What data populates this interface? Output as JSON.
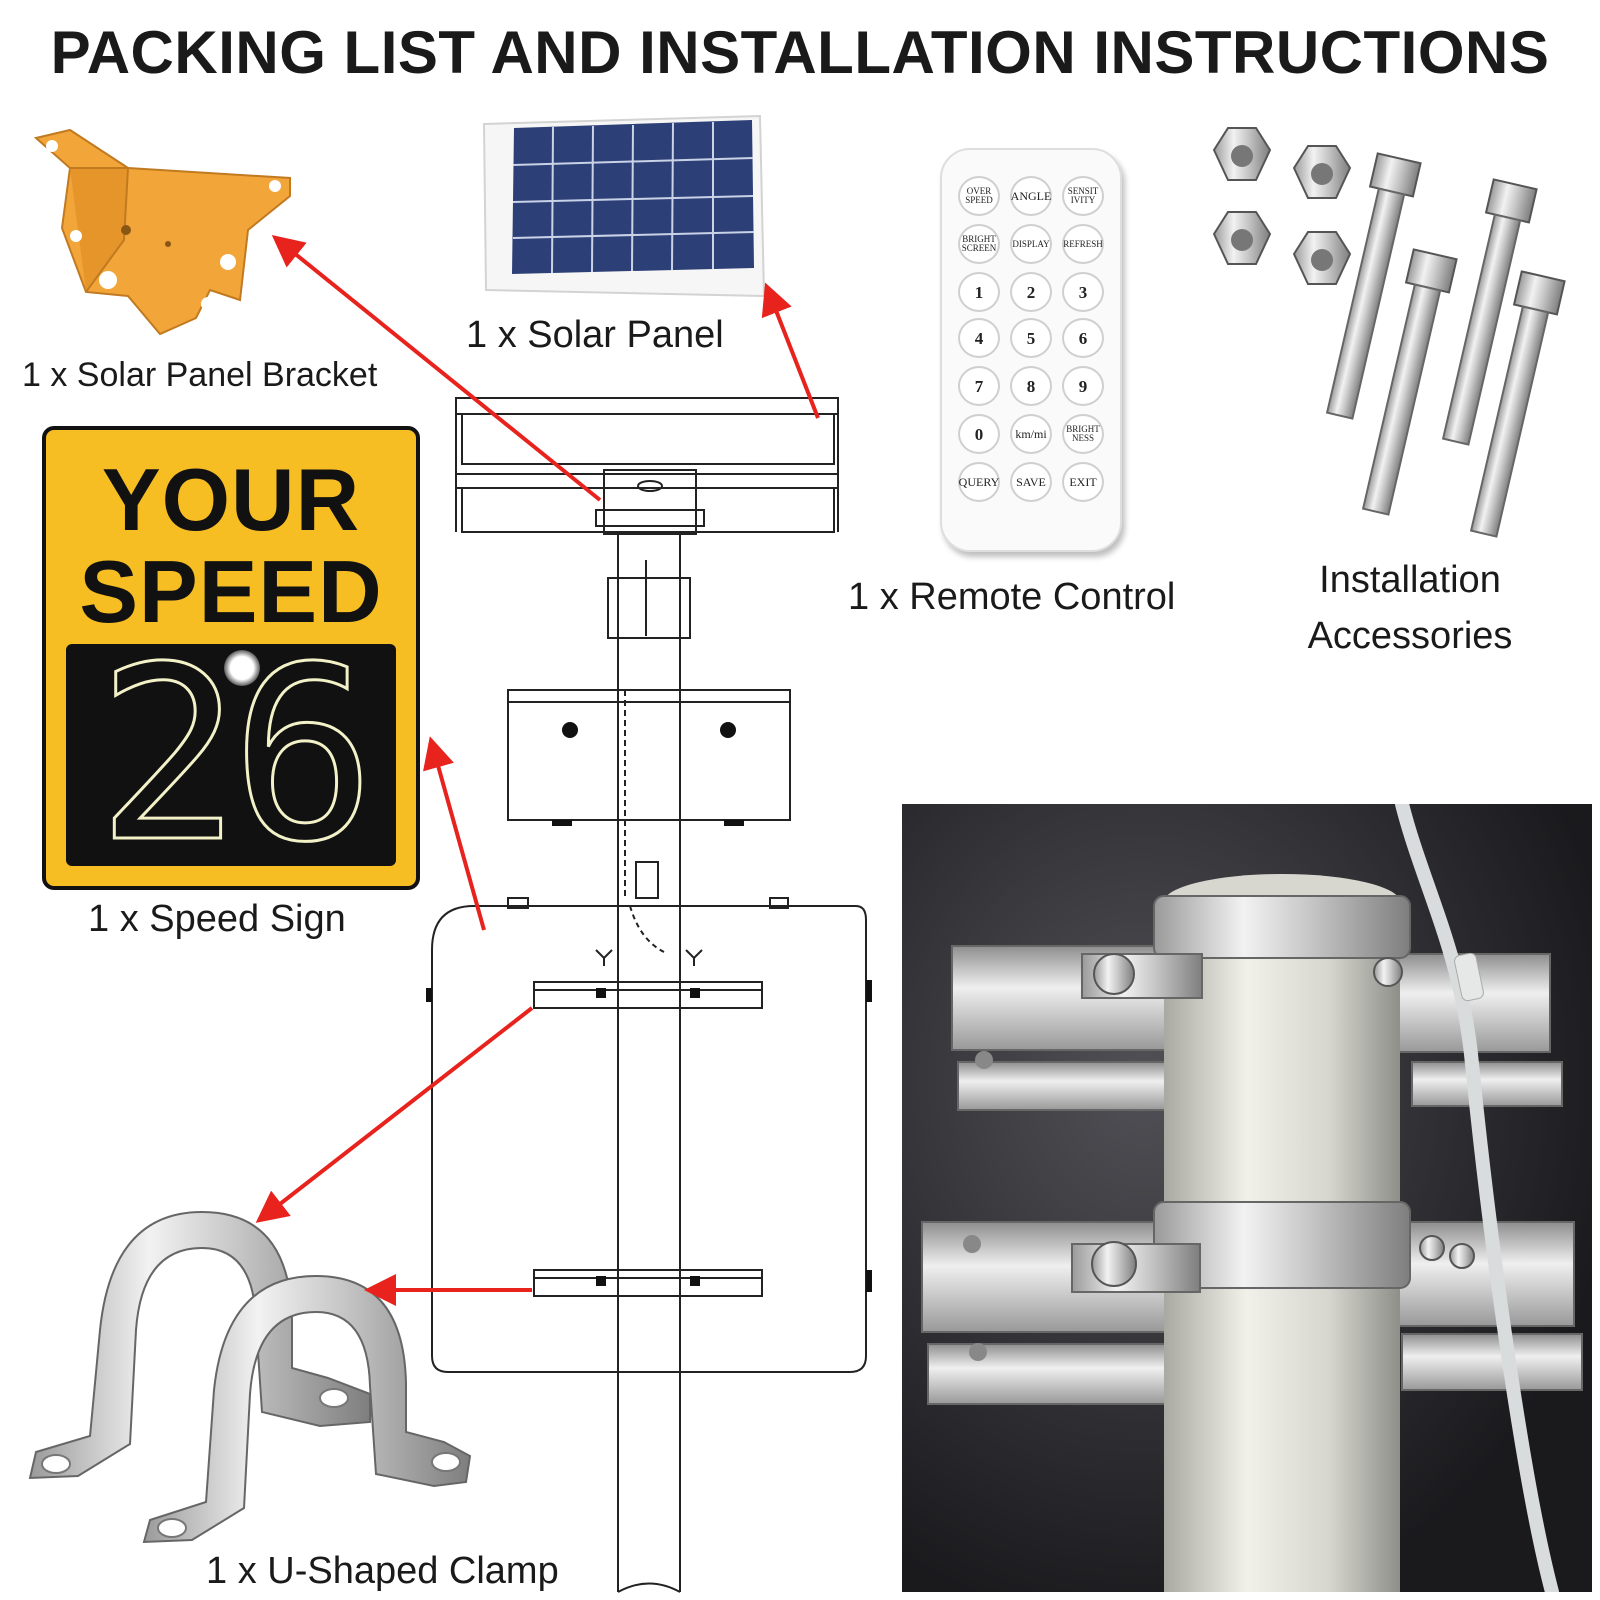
{
  "title": "PACKING LIST AND INSTALLATION INSTRUCTIONS",
  "items": {
    "bracket": "1 x Solar Panel Bracket",
    "solar_panel": "1 x Solar Panel",
    "remote_control": "1 x Remote Control",
    "accessories_line1": "Installation",
    "accessories_line2": "Accessories",
    "speed_sign": "1 x Speed Sign",
    "u_clamp": "1 x U-Shaped Clamp"
  },
  "sign": {
    "line1": "YOUR",
    "line2": "SPEED",
    "digits": "26",
    "bg_color": "#f6be22"
  },
  "remote": {
    "buttons": [
      [
        "OVER SPEED",
        "ANGLE",
        "SENSIT IVITY"
      ],
      [
        "BRIGHT SCREEN",
        "DISPLAY",
        "REFRESH"
      ],
      [
        "1",
        "2",
        "3"
      ],
      [
        "4",
        "5",
        "6"
      ],
      [
        "7",
        "8",
        "9"
      ],
      [
        "0",
        "km/mi",
        "BRIGHT NESS"
      ],
      [
        "QUERY",
        "SAVE",
        "EXIT"
      ]
    ]
  },
  "colors": {
    "arrow": "#e8221c",
    "bracket": "#f2a63a",
    "panel_cell": "#2d3f77"
  },
  "icons": [
    "solar-panel-bracket-icon",
    "solar-panel-icon",
    "remote-control-icon",
    "nut-icon",
    "bolt-icon",
    "speed-sign-icon",
    "u-clamp-icon",
    "pole-mount-photo"
  ]
}
